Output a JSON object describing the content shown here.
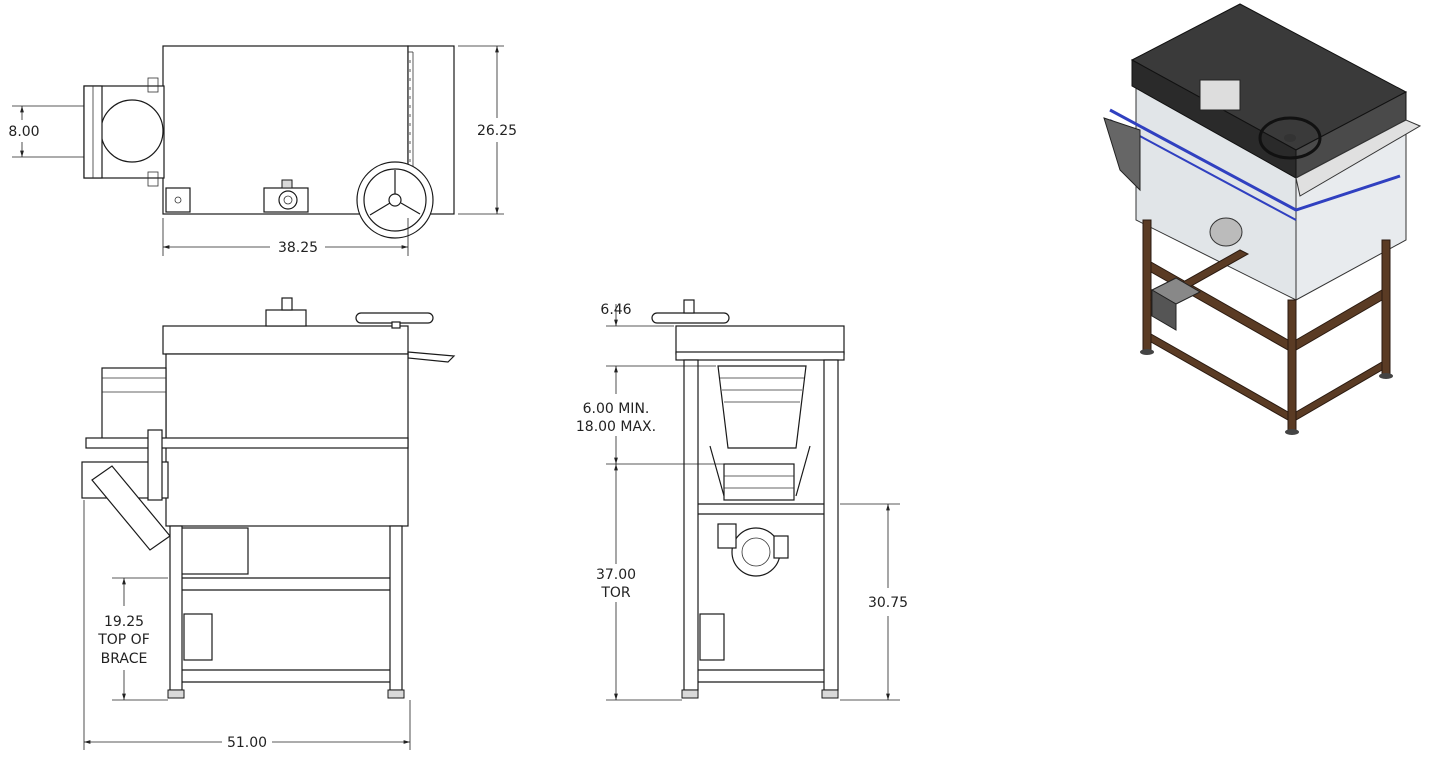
{
  "dimensions": {
    "top_view_width": "38.25",
    "top_view_height": "26.25",
    "top_view_offset": "8.00",
    "front_overall_width": "51.00",
    "front_brace_value": "19.25",
    "front_brace_line2": "TOP OF",
    "front_brace_line3": "BRACE",
    "side_handwheel": "6.46",
    "side_range_min": "6.00 MIN.",
    "side_range_max": "18.00 MAX.",
    "side_tor_value": "37.00",
    "side_tor_label": "TOR",
    "side_height": "30.75"
  },
  "colors": {
    "line": "#1a1a1a",
    "iso_top": "#3a3a3a",
    "iso_frame": "#5a3b24",
    "iso_blue": "#3040c0",
    "iso_glass": "#c8cfd6"
  }
}
